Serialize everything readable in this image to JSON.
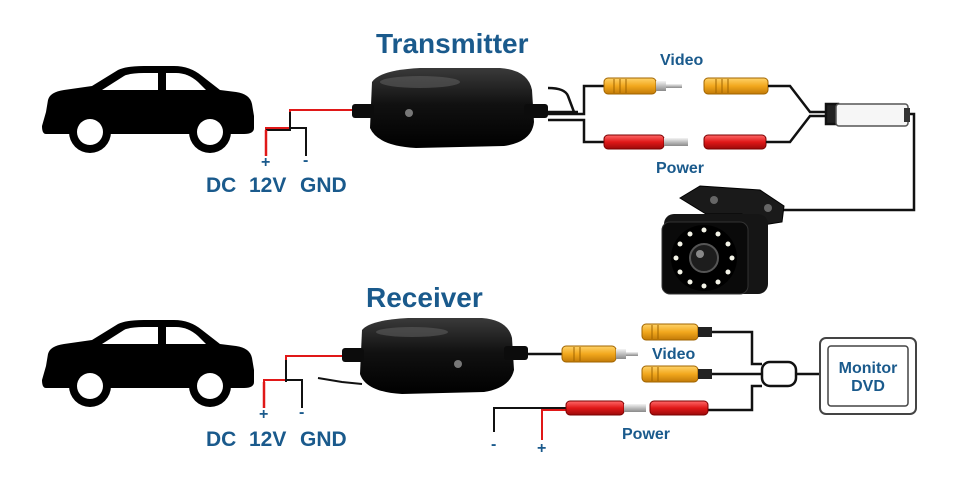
{
  "transmitter": {
    "title": "Transmitter",
    "video_label": "Video",
    "power_label": "Power",
    "plus_sign": "+",
    "minus_sign": "-",
    "dc_label": "DC",
    "voltage_label": "12V",
    "gnd_label": "GND"
  },
  "receiver": {
    "title": "Receiver",
    "video_label": "Video",
    "power_label": "Power",
    "plus_sign": "+",
    "minus_sign": "-",
    "dc_label": "DC",
    "voltage_label": "12V",
    "gnd_label": "GND",
    "power_minus": "-",
    "power_plus": "+"
  },
  "monitor": {
    "line1": "Monitor",
    "line2": "DVD"
  },
  "colors": {
    "label_blue": "#1a5a8c",
    "video_yellow": "#f2a81d",
    "power_red": "#e01818",
    "wire_black": "#111111"
  },
  "icons": [
    "car-icon",
    "transmitter-box-icon",
    "receiver-box-icon",
    "rear-camera-icon",
    "rca-plug-icon",
    "monitor-icon"
  ]
}
